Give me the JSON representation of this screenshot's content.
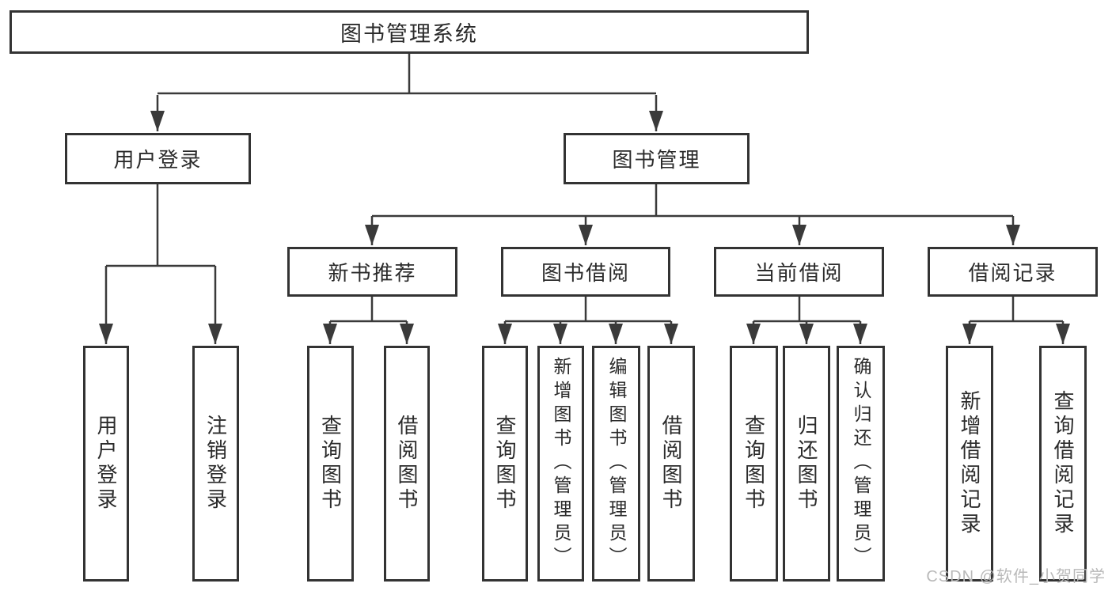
{
  "title": {
    "label": "图书管理系统"
  },
  "level2": {
    "user_login": "用户登录",
    "book_management": "图书管理"
  },
  "level3": {
    "new_book_recommend": "新书推荐",
    "book_borrowing": "图书借阅",
    "current_borrowing": "当前借阅",
    "borrow_records": "借阅记录"
  },
  "leaves": {
    "login": [
      "用户登录",
      "注销登录"
    ],
    "new_book_recommend": [
      "查询图书",
      "借阅图书"
    ],
    "book_borrowing": [
      "查询图书",
      "新增图书（管理员）",
      "编辑图书（管理员）",
      "借阅图书"
    ],
    "current_borrowing": [
      "查询图书",
      "归还图书",
      "确认归还（管理员）"
    ],
    "borrow_records": [
      "新增借阅记录",
      "查询借阅记录"
    ]
  },
  "watermark": "CSDN @软件_小贺同学",
  "colors": {
    "background": "#ffffff",
    "box_border": "#333333",
    "connector_line": "#3a3a3a",
    "text": "#2b2b2b",
    "watermark_text": "#b9b9b9"
  }
}
